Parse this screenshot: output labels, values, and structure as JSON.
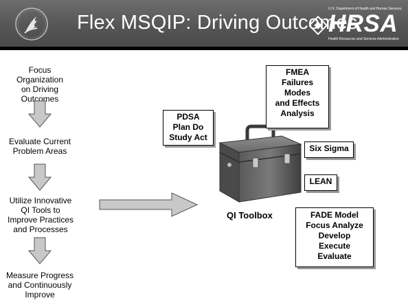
{
  "header": {
    "title": "Flex MSQIP: Driving Outcomes",
    "logo_top_text": "U.S. Department of Health and Human Services",
    "logo_word": "HRSA",
    "logo_bottom_text": "Health Resources and Services Administration"
  },
  "steps": [
    "Focus Organization\non Driving\nOutcomes",
    "Evaluate Current\nProblem Areas",
    "Utilize Innovative\nQI Tools to\nImprove Practices\nand Processes",
    "Measure Progress\nand Continuously\nImprove"
  ],
  "toolbox": {
    "label": "QI Toolbox",
    "tools": [
      "FMEA\nFailures\nModes\nand Effects\nAnalysis",
      "PDSA\nPlan Do\nStudy Act",
      "Six Sigma",
      "LEAN",
      "FADE Model\nFocus Analyze\nDevelop\nExecute\nEvaluate"
    ]
  },
  "colors": {
    "header_bg": "#5a5a5a",
    "arrow_fill": "#c8c8c8"
  }
}
